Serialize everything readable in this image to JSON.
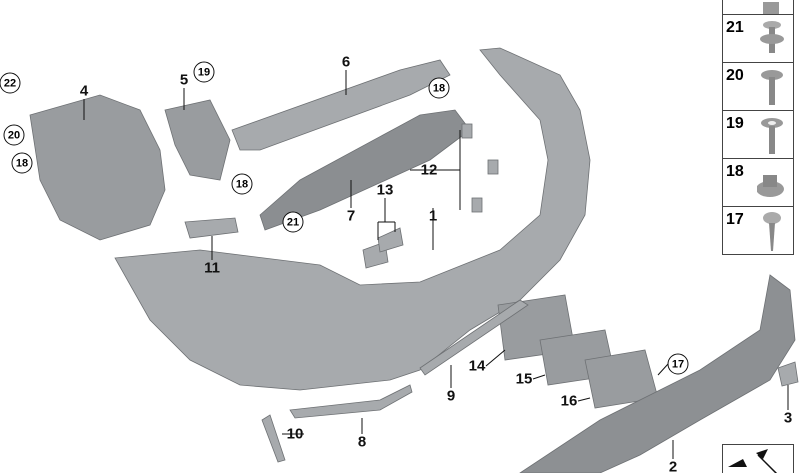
{
  "callouts": {
    "c22": "22",
    "c4": "4",
    "c5": "5",
    "c19": "19",
    "c6": "6",
    "c18a": "18",
    "c20": "20",
    "c18b": "18",
    "c18c": "18",
    "c12": "12",
    "c13": "13",
    "c7": "7",
    "c21": "21",
    "c1": "1",
    "c11": "11",
    "c14": "14",
    "c9": "9",
    "c15": "15",
    "c17": "17",
    "c16": "16",
    "c3": "3",
    "c10": "10",
    "c8": "8",
    "c2": "2"
  },
  "fastener_panel": [
    {
      "number": "21",
      "icon": "push-rivet-icon"
    },
    {
      "number": "20",
      "icon": "flange-bolt-icon"
    },
    {
      "number": "19",
      "icon": "torx-screw-washer-icon"
    },
    {
      "number": "18",
      "icon": "flange-nut-icon"
    },
    {
      "number": "17",
      "icon": "self-tapping-screw-icon"
    }
  ],
  "colors": {
    "part": "#a7aaad",
    "part_dark": "#7d8083",
    "outline": "#111111"
  }
}
